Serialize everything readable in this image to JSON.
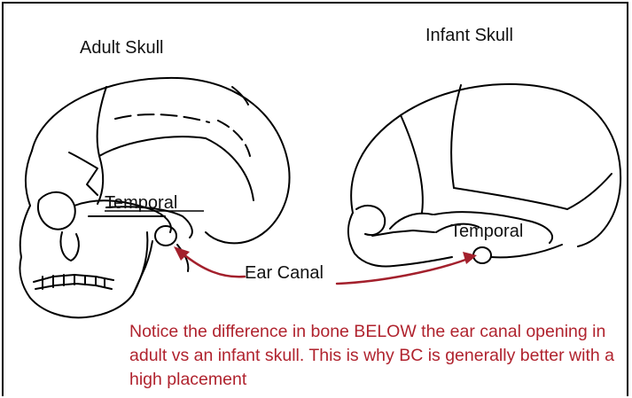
{
  "labels": {
    "adult_skull": "Adult Skull",
    "infant_skull": "Infant Skull",
    "temporal_adult": "Temporal",
    "temporal_infant": "Temporal",
    "ear_canal": "Ear Canal"
  },
  "note": "Notice the difference in bone BELOW the ear canal opening in adult vs an infant skull. This is why BC is generally better with a high placement",
  "colors": {
    "arrow": "#a3202c",
    "note_text": "#b0232e",
    "line_art": "#000000"
  }
}
